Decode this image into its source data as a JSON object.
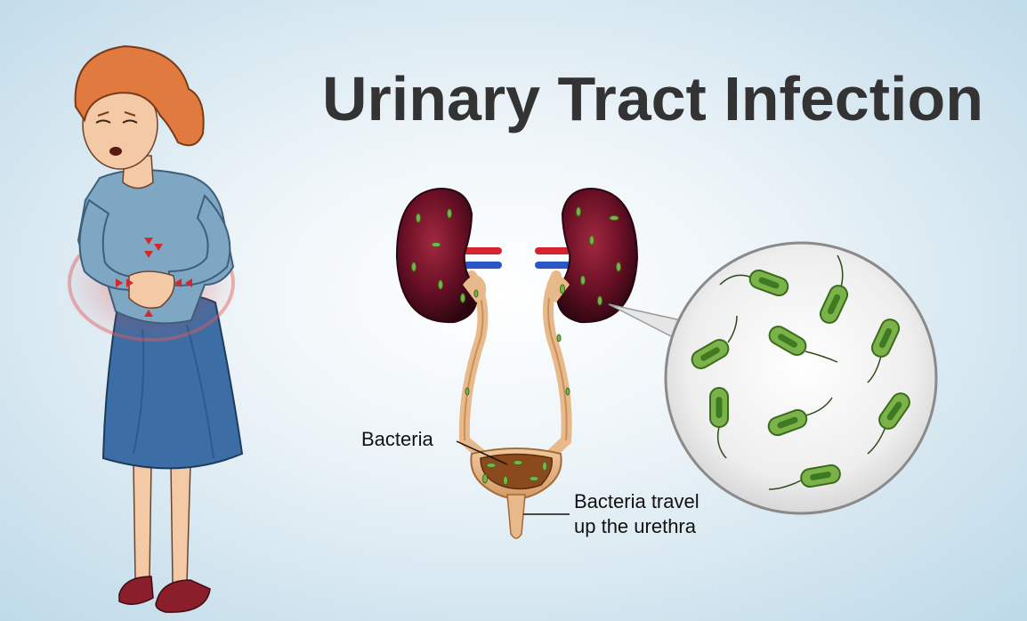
{
  "title": "Urinary Tract Infection",
  "labels": {
    "bacteria": "Bacteria",
    "travel_line1": "Bacteria travel",
    "travel_line2": "up the urethra"
  },
  "colors": {
    "title": "#333333",
    "kidney": "#6b1026",
    "ureter": "#e8b98a",
    "bacteria": "#7bb34a",
    "shirt": "#7ea7c4",
    "skirt": "#3c6ea5",
    "pain_glow": "#e03a3a"
  },
  "icons": {
    "woman": "woman-holding-stomach-illustration",
    "kidneys": "kidney-icon",
    "bladder": "bladder-icon",
    "magnifier": "magnified-bacteria-circle"
  }
}
